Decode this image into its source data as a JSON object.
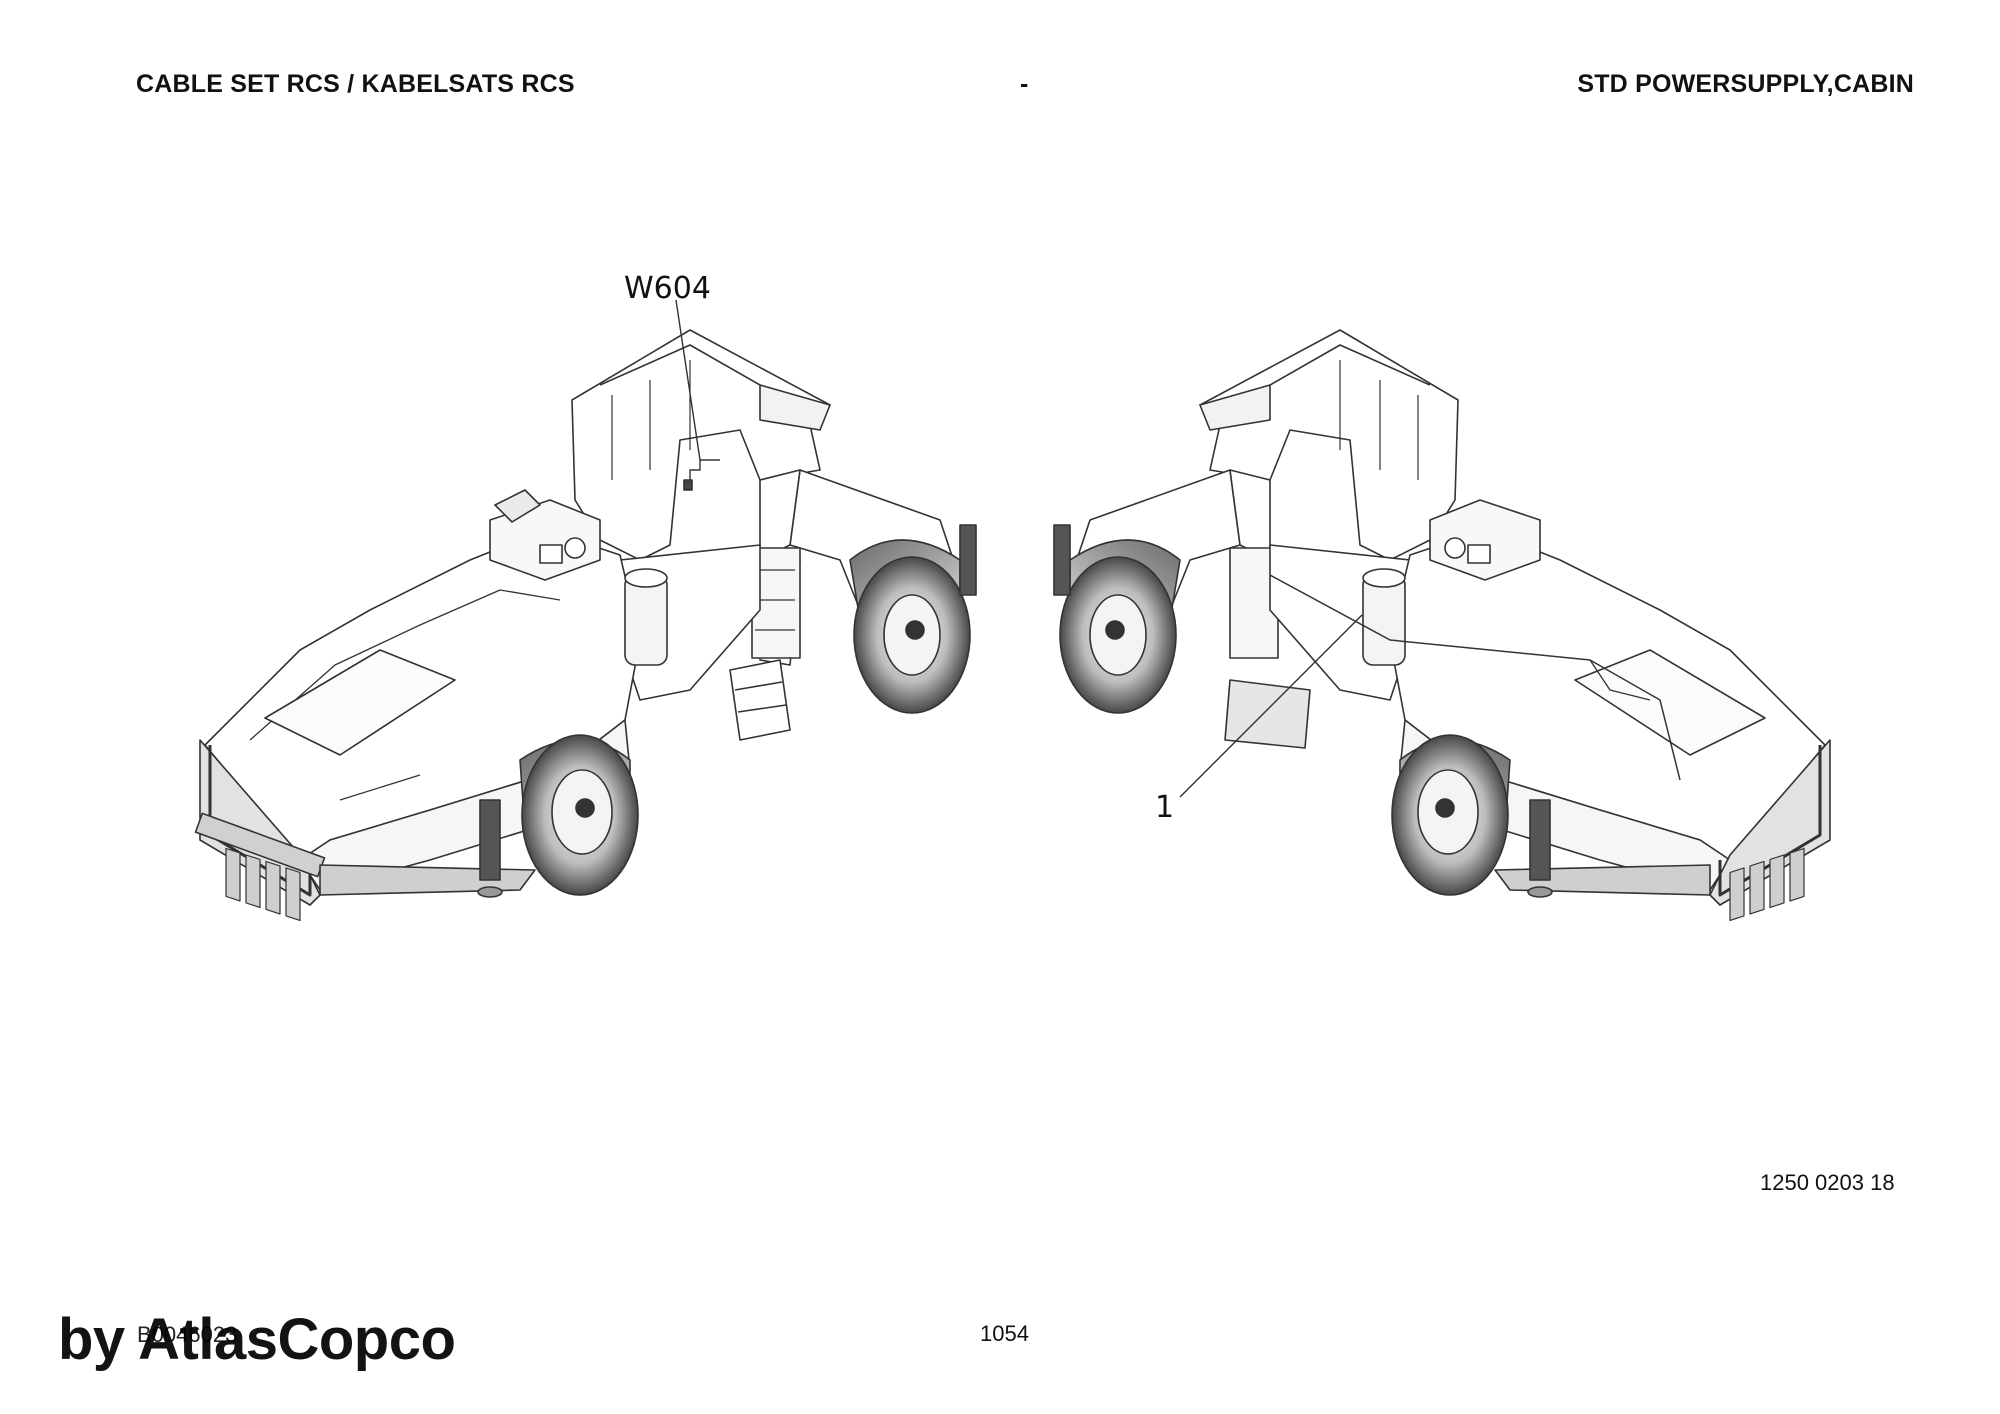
{
  "header": {
    "left_title": "CABLE SET RCS / KABELSATS RCS",
    "center_mark": "-",
    "right_title": "STD POWERSUPPLY,CABIN"
  },
  "drawing": {
    "callout_left": "W604",
    "callout_right": "1"
  },
  "footer": {
    "part_number": "1250 0203 18",
    "drawing_id": "B0046023",
    "page_number": "1054",
    "watermark": "by AtlasCopco"
  },
  "colors": {
    "line": "#333333",
    "body_fill": "#ffffff",
    "tire_dark": "#2a2a2a",
    "bumper_gray": "#d0d0d0"
  }
}
